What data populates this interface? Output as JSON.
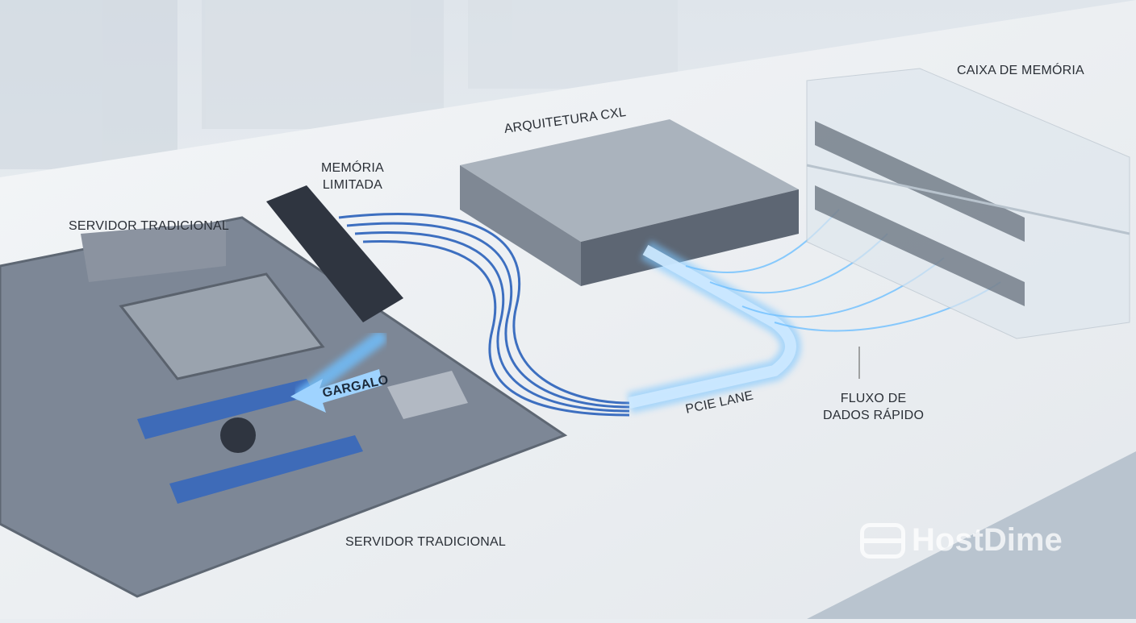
{
  "labels": {
    "servidor_tradicional_top": "SERVIDOR TRADICIONAL",
    "memoria_limitada_line1": "MEMÓRIA",
    "memoria_limitada_line2": "LIMITADA",
    "arquitetura_cxl": "ARQUITETURA CXL",
    "caixa_de_memoria": "CAIXA DE MEMÓRIA",
    "gargalo": "GARGALO",
    "pcie_lane": "PCIE LANE",
    "fluxo_line1": "FLUXO DE",
    "fluxo_line2": "DADOS RÁPIDO",
    "servidor_tradicional_bottom": "SERVIDOR TRADICIONAL"
  },
  "watermark": "HostDime",
  "colors": {
    "glow": "#5fb6ff",
    "cable": "#3d6fc0",
    "board": "#7d8796"
  }
}
